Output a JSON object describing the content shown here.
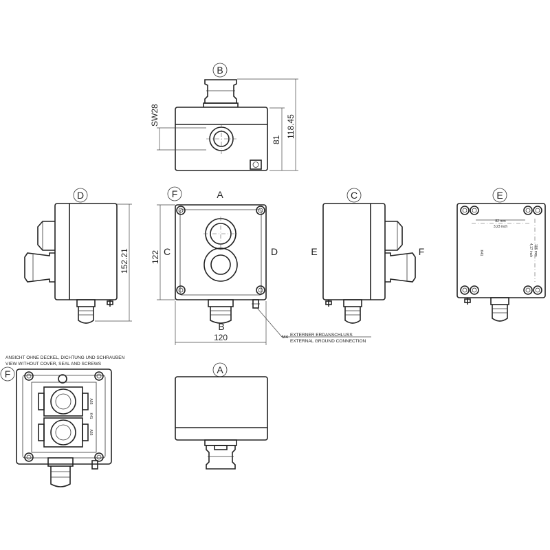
{
  "view_labels": {
    "top_B": "B",
    "side_D": "D",
    "front_F": "F",
    "front_A": "A",
    "front_C": "C",
    "front_D": "D",
    "front_B": "B",
    "side_C": "C",
    "side_E": "E",
    "side_F": "F",
    "back_E": "E",
    "interior_F": "F",
    "bottom_A": "A"
  },
  "dimensions": {
    "sw": "SW28",
    "height_81": "81",
    "height_total": "118.45",
    "depth": "152.21",
    "height_122": "122",
    "width_120": "120"
  },
  "ground": {
    "screw": "M4",
    "line1": "EXTERNER ERDANSCHLUSS",
    "line2": "EXTERNAL GROUND CONNECTION"
  },
  "back_view": {
    "mm_h": "82 mm",
    "inch_h": "3,23 inch",
    "mm_v": "106 mm",
    "inch_v": "4,17 inch",
    "model": "K41"
  },
  "interior_view": {
    "note_de": "ANSICHT OHNE DECKEL, DICHTUNG UND SCHRAUBEN",
    "note_en": "VIEW WITHOUT COVER, SEAL AND SCREWS",
    "model": "K41",
    "part_a": "A55",
    "part_b": "A55"
  }
}
